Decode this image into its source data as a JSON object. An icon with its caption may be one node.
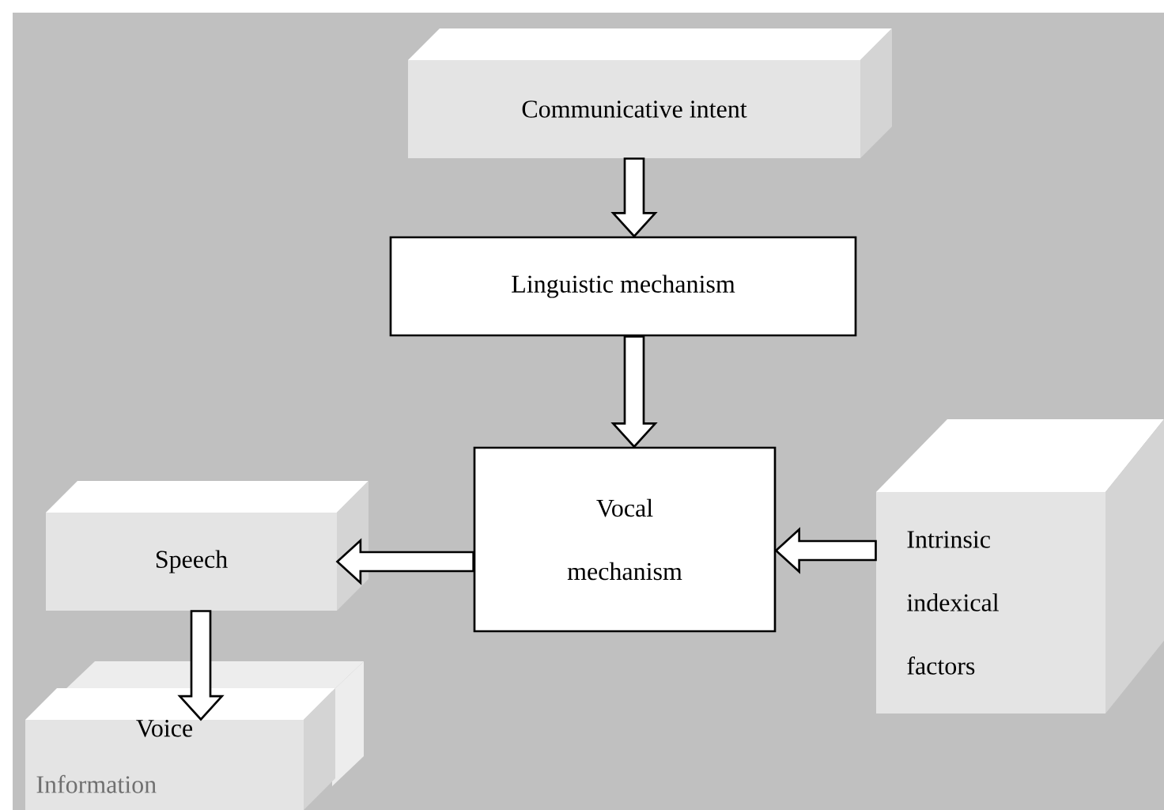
{
  "diagram": {
    "nodes": [
      {
        "text": [
          "Communicative intent"
        ]
      },
      {
        "text": [
          "Linguistic mechanism"
        ]
      },
      {
        "text": [
          "Vocal mechanism"
        ]
      },
      {
        "text": [
          "Speech"
        ]
      },
      {
        "text": [
          "Intrinsic indexical factors"
        ]
      },
      {
        "text": [
          "Voice"
        ]
      },
      {
        "text": [
          "Information"
        ],
        "in": 5
      }
    ],
    "edges": [
      {
        "from": 0,
        "to": 1,
        "arrow": "to"
      },
      {
        "from": 1,
        "to": 2,
        "arrow": "to"
      },
      {
        "from": 2,
        "to": 3,
        "arrow": "to"
      },
      {
        "from": 4,
        "to": 2,
        "arrow": "to"
      },
      {
        "from": 3,
        "to": 5,
        "arrow": "to"
      }
    ]
  }
}
